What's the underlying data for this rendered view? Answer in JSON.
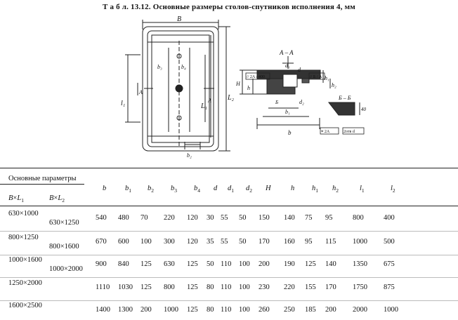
{
  "title": "Т а б л. 13.12. Основные размеры столов-спутников исполнения 4, мм",
  "drawing": {
    "labels": {
      "B": "B",
      "b3": "b₃",
      "b4": "b₄",
      "A_left": "A",
      "A_right": "A",
      "l1": "l₁",
      "L1": "L₁",
      "L2": "L₂",
      "b2": "b₂",
      "b": "b",
      "section": "A – A",
      "d1": "d₁",
      "d": "d",
      "H": "H",
      "h": "h",
      "h1": "h₁",
      "h2": "h₂",
      "d2": "d₂",
      "b1": "b₁",
      "b_sec": "b",
      "bb": "Б – Б",
      "n40": "40",
      "B_left": "Б",
      "frame1": "// 2А / 400",
      "frame2": "// Б / А",
      "frame3": "⌖ 2А",
      "frame4": "2отв d"
    }
  },
  "table": {
    "header": {
      "params": "Основные параметры",
      "bxl1_b": "B",
      "bxl1_x": "×",
      "bxl1_l": "L",
      "bxl1_sub": "1",
      "bxl2_b": "B",
      "bxl2_x": "×",
      "bxl2_l": "L",
      "bxl2_sub": "2",
      "cols": [
        {
          "base": "b",
          "sub": ""
        },
        {
          "base": "b",
          "sub": "1"
        },
        {
          "base": "b",
          "sub": "2"
        },
        {
          "base": "b",
          "sub": "3"
        },
        {
          "base": "b",
          "sub": "4"
        },
        {
          "base": "d",
          "sub": ""
        },
        {
          "base": "d",
          "sub": "1"
        },
        {
          "base": "d",
          "sub": "2"
        },
        {
          "base": "H",
          "sub": ""
        },
        {
          "base": "h",
          "sub": ""
        },
        {
          "base": "h",
          "sub": "1"
        },
        {
          "base": "h",
          "sub": "2"
        },
        {
          "base": "l",
          "sub": "1"
        },
        {
          "base": "l",
          "sub": "2"
        }
      ]
    },
    "rows": [
      {
        "bl1": "630×1000",
        "bl2": "630×1250",
        "vals": [
          "540",
          "480",
          "70",
          "220",
          "120",
          "30",
          "55",
          "50",
          "150",
          "140",
          "75",
          "95",
          "800",
          "400"
        ]
      },
      {
        "bl1": "800×1250",
        "bl2": "800×1600",
        "vals": [
          "670",
          "600",
          "100",
          "300",
          "120",
          "35",
          "55",
          "50",
          "170",
          "160",
          "95",
          "115",
          "1000",
          "500"
        ]
      },
      {
        "bl1": "1000×1600",
        "bl2": "1000×2000",
        "vals": [
          "900",
          "840",
          "125",
          "630",
          "125",
          "50",
          "110",
          "100",
          "200",
          "190",
          "125",
          "140",
          "1350",
          "675"
        ]
      },
      {
        "bl1": "1250×2000",
        "bl2": "",
        "vals": [
          "1110",
          "1030",
          "125",
          "800",
          "125",
          "80",
          "110",
          "100",
          "230",
          "220",
          "155",
          "170",
          "1750",
          "875"
        ]
      },
      {
        "bl1": "1600×2500",
        "bl2": "",
        "vals": [
          "1400",
          "1300",
          "200",
          "1000",
          "125",
          "80",
          "110",
          "100",
          "260",
          "250",
          "185",
          "200",
          "2000",
          "1000"
        ]
      }
    ]
  }
}
